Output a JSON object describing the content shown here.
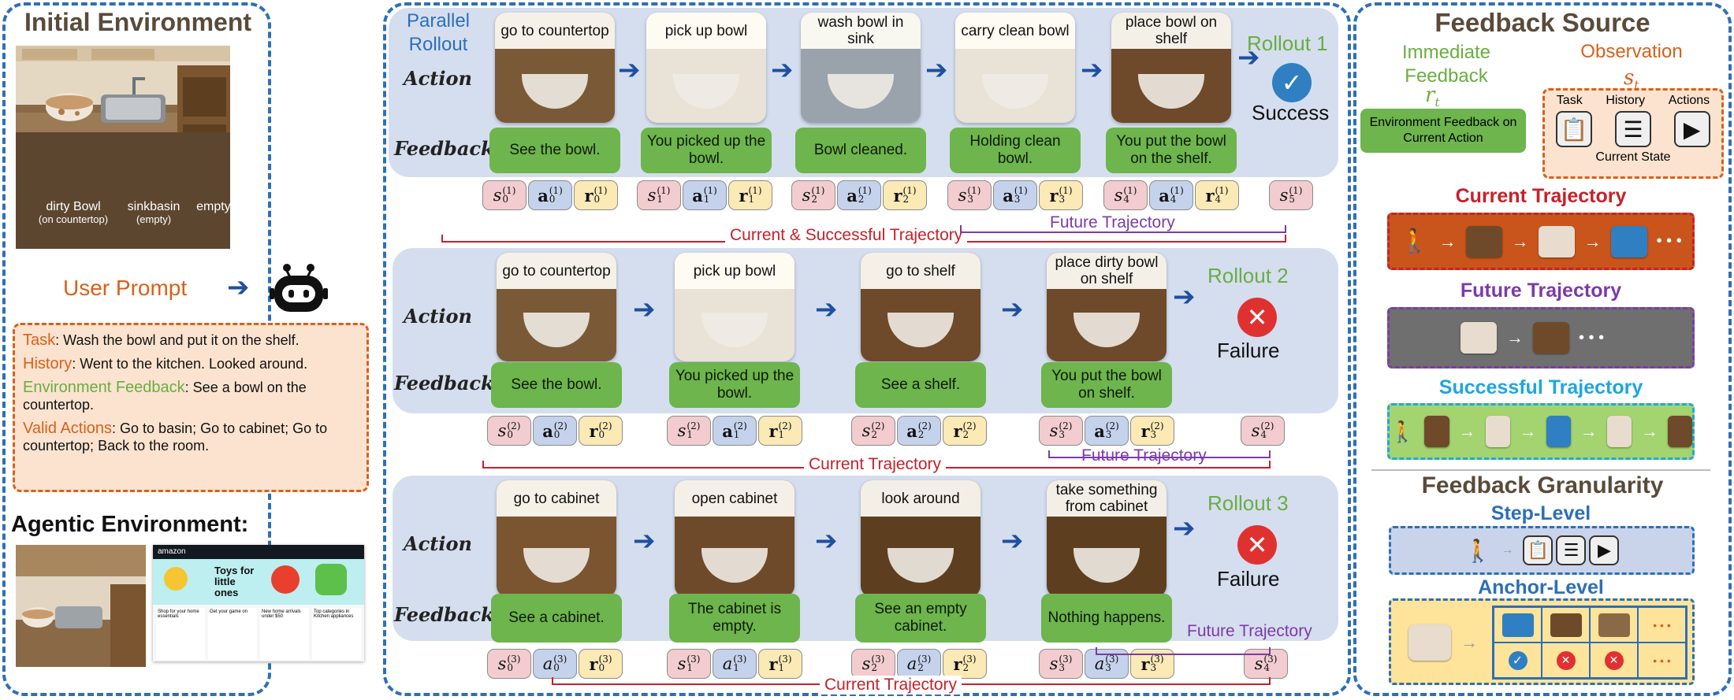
{
  "left": {
    "initial_env": {
      "title": "Initial Environment",
      "labels": [
        {
          "main": "dirty Bowl",
          "sub": "(on countertop)"
        },
        {
          "main": "sinkbasin",
          "sub": "(empty)"
        },
        {
          "main": "empty shelf",
          "sub": ""
        }
      ]
    },
    "user_prompt_label": "User Prompt",
    "prompt": [
      {
        "key": "Task",
        "text": ": Wash the bowl and put it on the shelf.",
        "color": "#d9601a"
      },
      {
        "key": "History",
        "text": ": Went to the kitchen. Looked around.",
        "color": "#d9601a"
      },
      {
        "key": "Environment Feedback",
        "text": ": See a bowl on the countertop.",
        "color": "#6aad42"
      },
      {
        "key": "Valid Actions",
        "text": ": Go to basin; Go to cabinet; Go to countertop; Back to the room.",
        "color": "#d9601a"
      }
    ],
    "agentic_env_title": "Agentic Environment:",
    "shop": {
      "brand": "amazon",
      "banner": "Toys for little ones",
      "tiles": [
        "Shop for your home essentials",
        "Get your game on",
        "New home arrivals under $50",
        "Top categories in Kitchen appliances"
      ]
    }
  },
  "middle": {
    "parallel_rollout_label": "Parallel\nRollout",
    "action_label": "Action",
    "feedback_label": "Feedback",
    "rollouts": [
      {
        "title": "Rollout 1",
        "outcome": "Success",
        "actions": [
          "go to countertop",
          "pick up bowl",
          "wash bowl in sink",
          "carry clean bowl",
          "place bowl on shelf"
        ],
        "feedback": [
          "See the bowl.",
          "You picked up the bowl.",
          "Bowl cleaned.",
          "Holding clean bowl.",
          "You put the bowl on the shelf."
        ],
        "traj_label": "Current & Successful Trajectory",
        "future_label": "Future Trajectory"
      },
      {
        "title": "Rollout 2",
        "outcome": "Failure",
        "actions": [
          "go to countertop",
          "pick up bowl",
          "go to shelf",
          "place dirty bowl on shelf"
        ],
        "feedback": [
          "See the bowl.",
          "You picked up the bowl.",
          "See a shelf.",
          "You put the bowl on shelf."
        ],
        "traj_label": "Current Trajectory",
        "future_label": "Future Trajectory"
      },
      {
        "title": "Rollout 3",
        "outcome": "Failure",
        "actions": [
          "go to cabinet",
          "open cabinet",
          "look around",
          "take something from cabinet"
        ],
        "feedback": [
          "See a cabinet.",
          "The cabinet is empty.",
          "See an empty cabinet.",
          "Nothing happens."
        ],
        "traj_label": "Current Trajectory",
        "future_label": "Future Trajectory"
      }
    ]
  },
  "right": {
    "feedback_source_title": "Feedback Source",
    "immediate": {
      "title": "Immediate Feedback",
      "symbol": "r",
      "subscript": "t",
      "box_text": "Environment Feedback on Current Action"
    },
    "observation": {
      "title": "Observation",
      "symbol": "s",
      "subscript": "t",
      "icons": [
        "Task",
        "History",
        "Actions"
      ],
      "caption": "Current State"
    },
    "current_traj_title": "Current Trajectory",
    "future_traj_title": "Future Trajectory",
    "successful_traj_title": "Successful Trajectory",
    "granularity_title": "Feedback Granularity",
    "step_level_title": "Step-Level",
    "anchor_level_title": "Anchor-Level",
    "ellipsis": "• • •",
    "anchor_dots": "• • •"
  },
  "colors": {
    "panel_border": "#2d6fb7",
    "rollout_bg": "#d5deef",
    "feedback_green": "#6db54c",
    "state_chip": "#f2cccf",
    "action_chip": "#c5d2ec",
    "reward_chip": "#fbe9b6",
    "current_traj_red": "#c8202a",
    "future_traj_purple": "#7d3aa9",
    "successful_blue": "#1fa6e0",
    "orange_accent": "#d9601a"
  }
}
